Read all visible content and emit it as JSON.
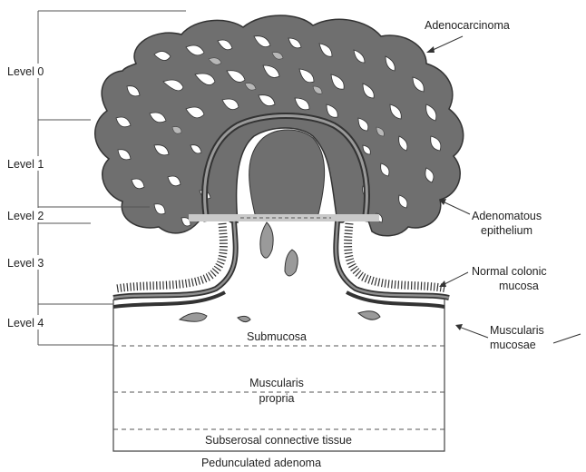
{
  "levels": {
    "level0": "Level 0",
    "level1": "Level 1",
    "level2": "Level 2",
    "level3": "Level 3",
    "level4": "Level 4"
  },
  "annotations": {
    "adenocarcinoma": "Adenocarcinoma",
    "adenomatous_line1": "Adenomatous",
    "adenomatous_line2": "epithelium",
    "normal_line1": "Normal colonic",
    "normal_line2": "mucosa",
    "muscularis_mucosae_line1": "Muscularis",
    "muscularis_mucosae_line2": "mucosae"
  },
  "layers": {
    "submucosa": "Submucosa",
    "muscularis_propria_line1": "Muscularis",
    "muscularis_propria_line2": "propria",
    "subserosal": "Subserosal connective tissue"
  },
  "caption": "Pedunculated adenoma",
  "colors": {
    "tumor_fill": "#6f6f6f",
    "tumor_dark": "#4a4a4a",
    "gland_lumen": "#ffffff",
    "light_gray": "#b8b8b8",
    "line": "#333333"
  }
}
